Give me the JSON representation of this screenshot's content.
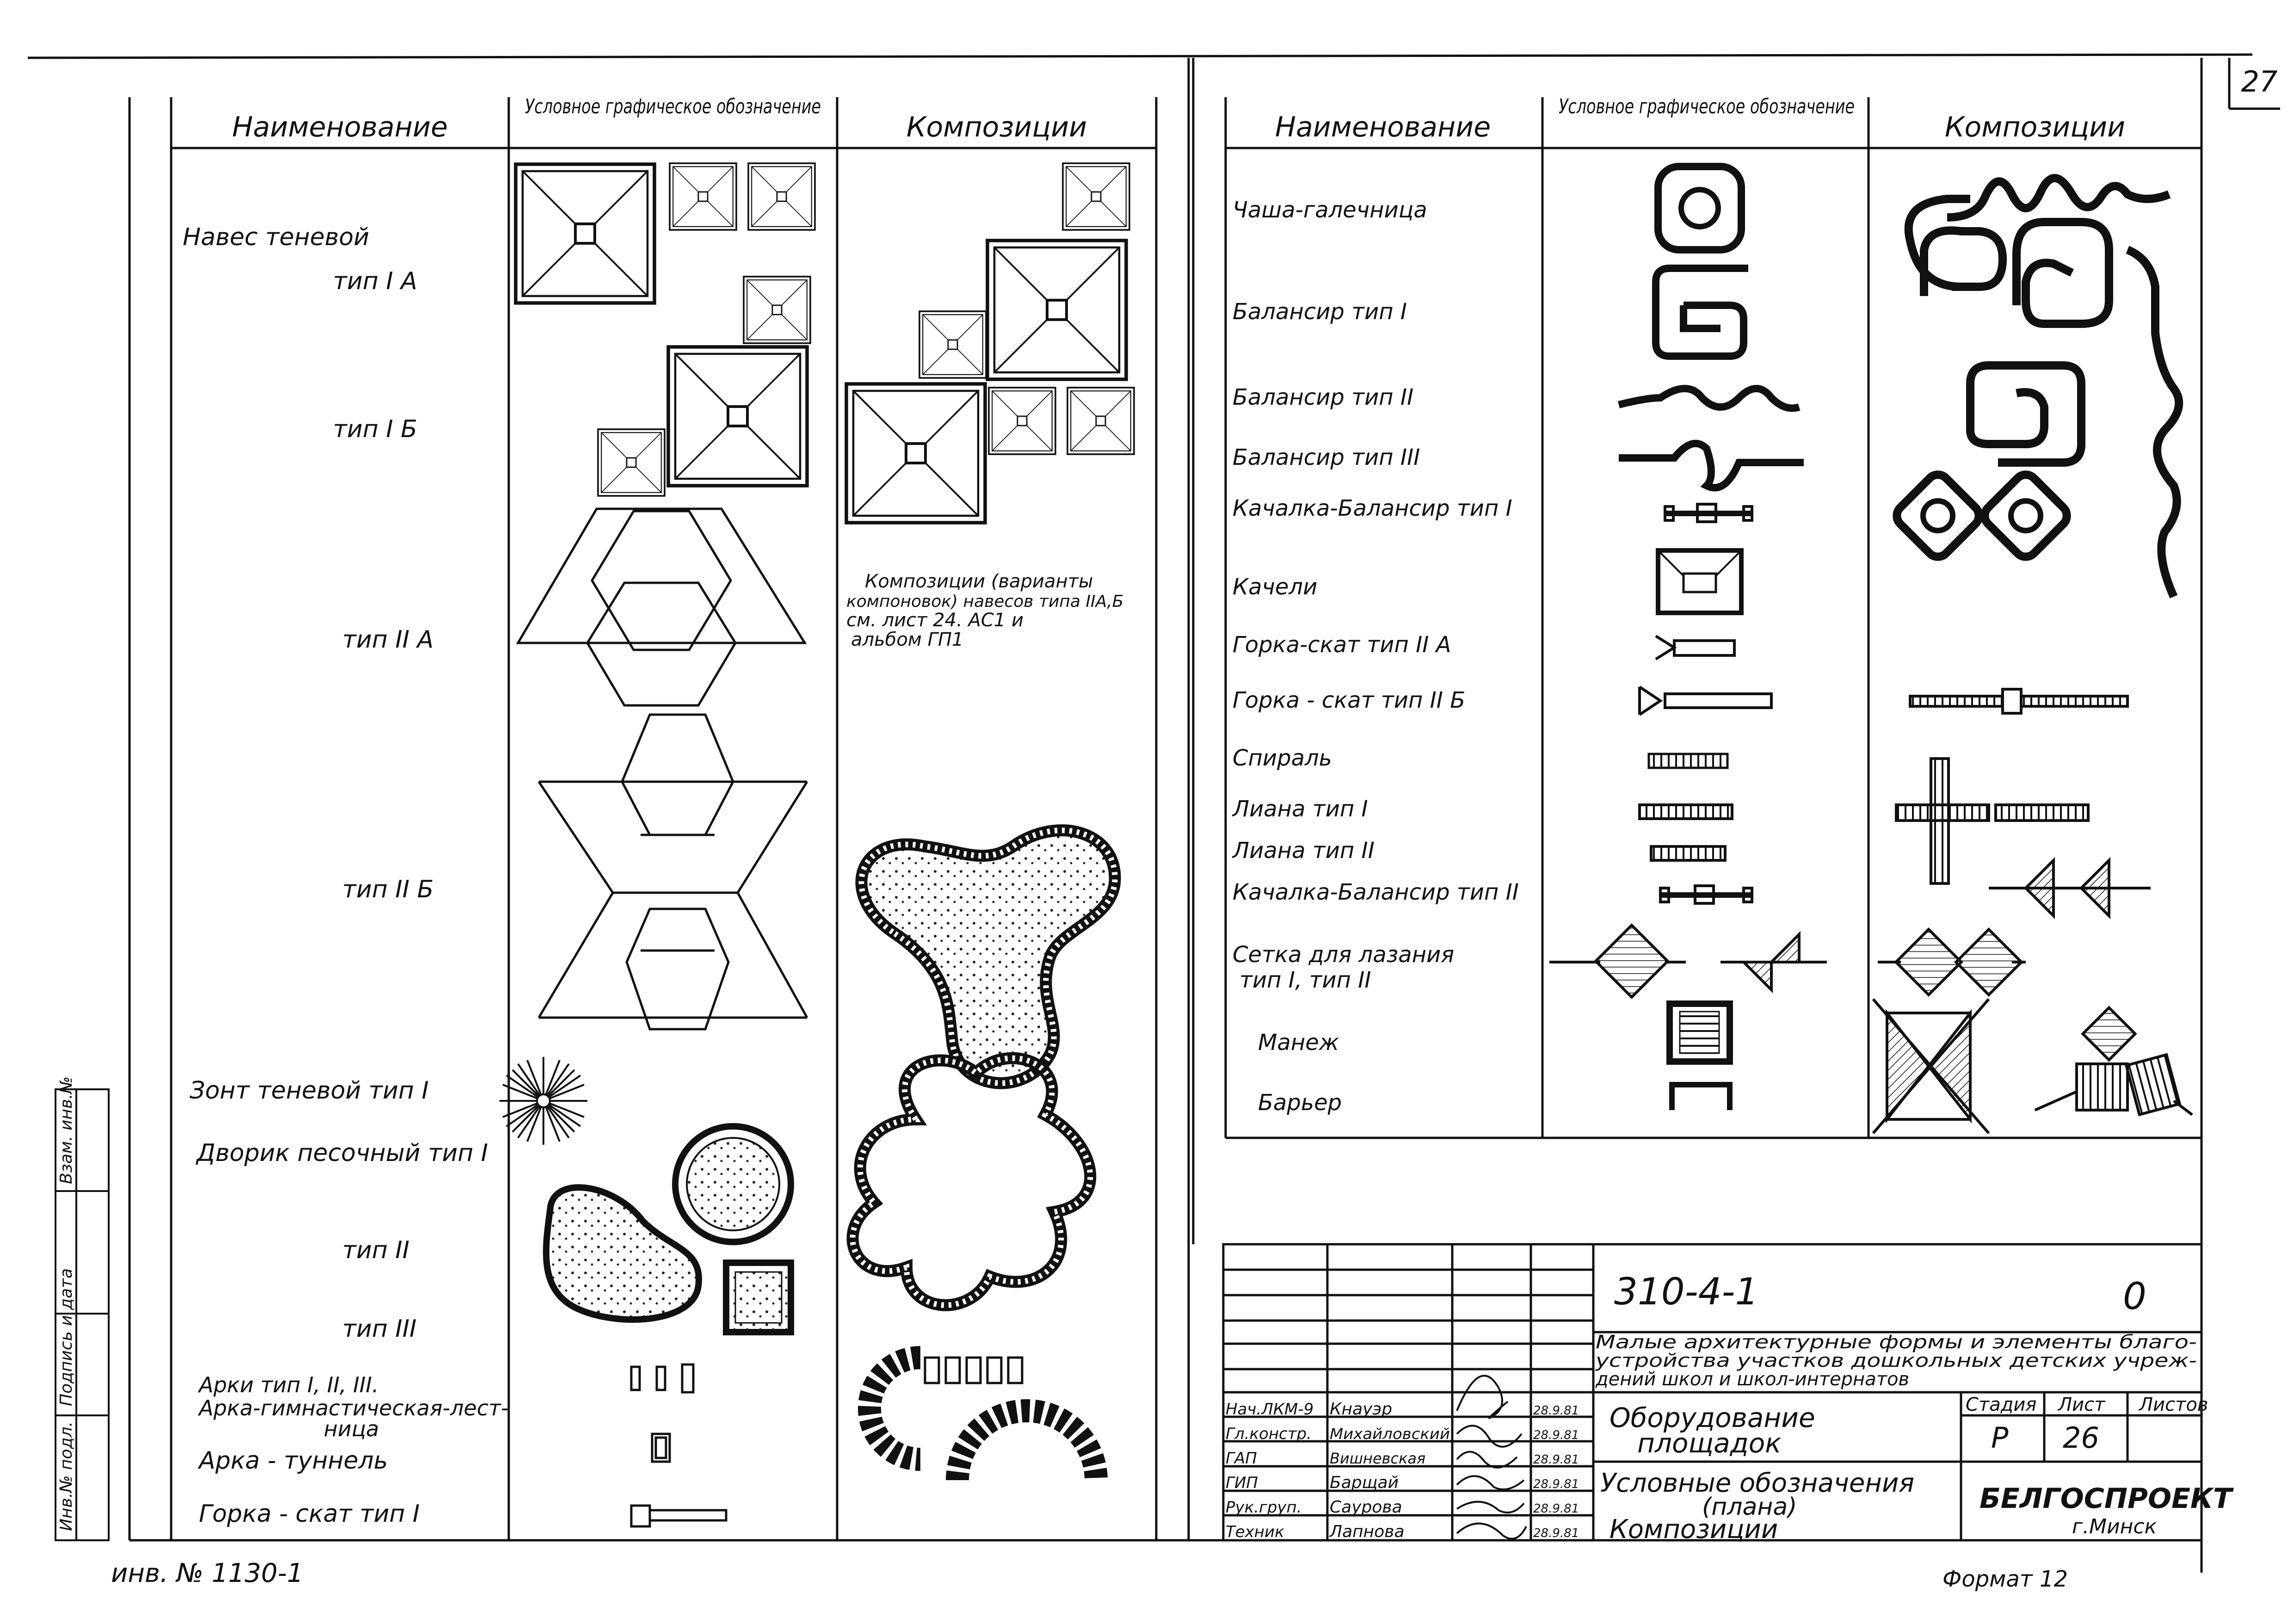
{
  "page_number": "27",
  "left_table": {
    "headers": [
      "Наименование",
      "Условное графическое обозначение",
      "Композиции"
    ],
    "rows": [
      "Навес теневой",
      "тип I А",
      "тип I Б",
      "тип II А",
      "тип II Б",
      "Зонт теневой тип I",
      "Дворик песочный тип I",
      "тип II",
      "тип III",
      "Арки тип I, II, III.",
      "Арка-гимнастическая-лест-",
      "ница",
      "Арка - туннель",
      "Горка - скат тип I"
    ],
    "composition_note": [
      "Композиции (варианты",
      "компоновок) навесов типа IIА,Б",
      "см. лист 24. АС1 и",
      "альбом ГП1"
    ]
  },
  "right_table": {
    "headers": [
      "Наименование",
      "Условное графическое обозначение",
      "Композиции"
    ],
    "rows": [
      "Чаша-галечница",
      "Балансир тип I",
      "Балансир тип II",
      "Балансир тип III",
      "Качалка-Балансир тип I",
      "Качели",
      "Горка-скат тип II А",
      "Горка - скат тип II Б",
      "Спираль",
      "Лиана тип I",
      "Лиана тип II",
      "Качалка-Балансир тип II",
      "Сетка для лазания",
      "тип I, тип II",
      "Манеж",
      "Барьер"
    ]
  },
  "title_block": {
    "code": "310-4-1",
    "sheet_mark": "0",
    "description": [
      "Малые архитектурные формы и элементы благо-",
      "устройства участков дошкольных детских учреж-",
      "дений школ и школ-интернатов"
    ],
    "title_1": [
      "Оборудование",
      "площадок"
    ],
    "title_2": [
      "Условные обозначения",
      "(плана)",
      "Композиции"
    ],
    "stage_headers": [
      "Стадия",
      "Лист",
      "Листов"
    ],
    "stage": "Р",
    "sheet": "26",
    "sheets": "",
    "org": "БЕЛГОСПРОЕКТ",
    "city": "г.Минск",
    "staff": [
      {
        "role": "Нач.ЛКМ-9",
        "name": "Кнауэр",
        "date": "28.9.81"
      },
      {
        "role": "Гл.констр.",
        "name": "Михайловский",
        "date": "28.9.81"
      },
      {
        "role": "ГАП",
        "name": "Вишневская",
        "date": "28.9.81"
      },
      {
        "role": "ГИП",
        "name": "Барщай",
        "date": "28.9.81"
      },
      {
        "role": "Рук.груп.",
        "name": "Саурова",
        "date": "28.9.81"
      },
      {
        "role": "Техник",
        "name": "Лапнова",
        "date": "28.9.81"
      }
    ]
  },
  "side_stamp": [
    "Инв.№ подл.",
    "Подпись и дата",
    "Взам. инв.№"
  ],
  "inventory": "инв. № 1130-1",
  "format": "Формат 12"
}
